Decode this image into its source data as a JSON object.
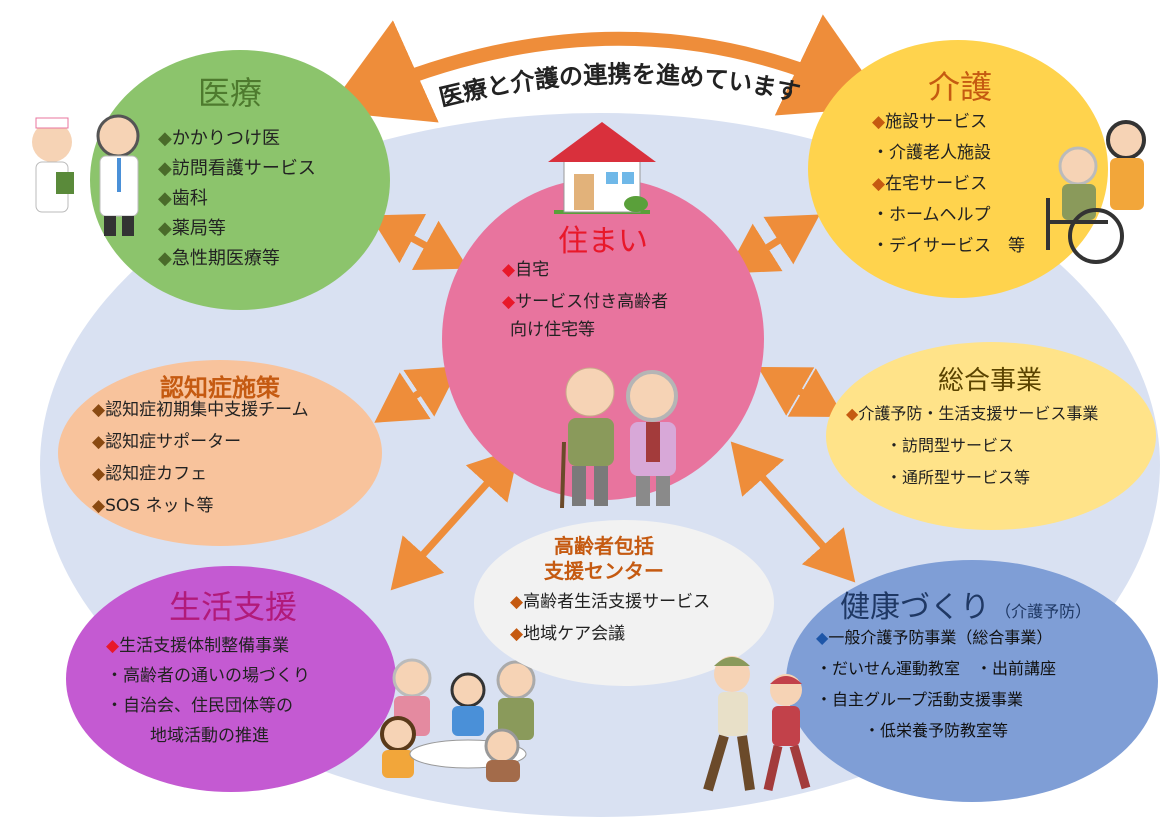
{
  "banner": "医療と介護の連携を進めています",
  "colors": {
    "background_oval": "#d9e1f2",
    "medical": "#8cc46c",
    "care": "#ffd34d",
    "housing": "#e8749e",
    "dementia": "#f8c39c",
    "general": "#ffe389",
    "living_support": "#c45ad2",
    "center": "#f2f2f2",
    "health": "#7f9ed6",
    "arrow": "#ee8d3a",
    "red_diamond": "#e8182a",
    "green_diamond": "#4a6b2a",
    "blue_diamond": "#1e56a8"
  },
  "medical": {
    "title": "医療",
    "items": [
      "かかりつけ医",
      "訪問看護サービス",
      "歯科",
      "薬局等",
      "急性期医療等"
    ]
  },
  "care": {
    "title": "介護",
    "items": [
      {
        "mark": "◆",
        "text": "施設サービス"
      },
      {
        "mark": "・",
        "text": "介護老人施設"
      },
      {
        "mark": "◆",
        "text": "在宅サービス"
      },
      {
        "mark": "・",
        "text": "ホームヘルプ"
      },
      {
        "mark": "・",
        "text": "デイサービス　等"
      }
    ]
  },
  "housing": {
    "title": "住まい",
    "items": [
      "自宅",
      "サービス付き高齢者"
    ],
    "continuation": "向け住宅等"
  },
  "dementia": {
    "title": "認知症施策",
    "items": [
      "認知症初期集中支援チーム",
      "認知症サポーター",
      "認知症カフェ",
      "SOS ネット等"
    ]
  },
  "general": {
    "title": "総合事業",
    "items": [
      {
        "mark": "◆",
        "text": "介護予防・生活支援サービス事業"
      },
      {
        "mark": "・",
        "text": "訪問型サービス"
      },
      {
        "mark": "・",
        "text": "通所型サービス等"
      }
    ]
  },
  "living": {
    "title": "生活支援",
    "items": [
      {
        "mark": "◆",
        "text": "生活支援体制整備事業"
      },
      {
        "mark": "・",
        "text": "高齢者の通いの場づくり"
      },
      {
        "mark": "・",
        "text": "自治会、住民団体等の"
      },
      {
        "mark": "",
        "text": "地域活動の推進"
      }
    ]
  },
  "center": {
    "title_line1": "高齢者包括",
    "title_line2": "支援センター",
    "items": [
      "高齢者生活支援サービス",
      "地域ケア会議"
    ]
  },
  "health": {
    "title": "健康づくり",
    "subtitle": "（介護予防）",
    "items": [
      {
        "mark": "◆",
        "text": "一般介護予防事業（総合事業）"
      },
      {
        "mark": "・",
        "text": "だいせん運動教室　・出前講座"
      },
      {
        "mark": "・",
        "text": "自主グループ活動支援事業"
      },
      {
        "mark": "・",
        "text": "低栄養予防教室等"
      }
    ]
  }
}
